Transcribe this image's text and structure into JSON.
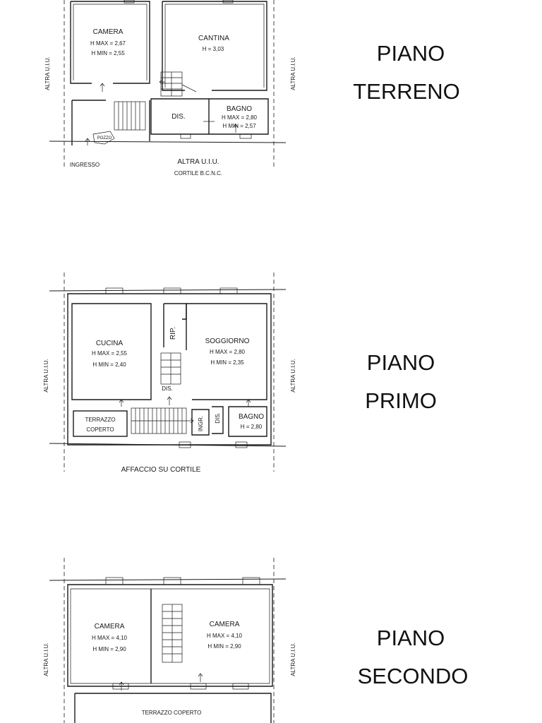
{
  "floors": [
    {
      "title": [
        "PIANO",
        "TERRENO"
      ],
      "rooms": {
        "camera": {
          "name": "CAMERA",
          "h_max": "H MAX = 2,67",
          "h_min": "H MIN = 2,55"
        },
        "cantina": {
          "name": "CANTINA",
          "h": "H  = 3,03"
        },
        "dis": {
          "name": "DIS."
        },
        "bagno": {
          "name": "BAGNO",
          "h_max": "H MAX = 2,80",
          "h_min": "H MIN = 2,57"
        },
        "pozzo": {
          "name": "POZZO"
        }
      },
      "labels": {
        "altra_left": "ALTRA U.I.U.",
        "altra_right": "ALTRA U.I.U.",
        "ingresso": "INGRESSO",
        "altra_bottom": "ALTRA U.I.U.",
        "cortile": "CORTILE B.C.N.C."
      }
    },
    {
      "title": [
        "PIANO",
        "PRIMO"
      ],
      "rooms": {
        "cucina": {
          "name": "CUCINA",
          "h_max": "H MAX = 2,55",
          "h_min": "H MIN = 2,40"
        },
        "rip": {
          "name": "RIP."
        },
        "soggiorno": {
          "name": "SOGGIORNO",
          "h_max": "H MAX = 2,80",
          "h_min": "H MIN = 2,35"
        },
        "dis": {
          "name": "DIS."
        },
        "terrazzo": {
          "line1": "TERRAZZO",
          "line2": "COPERTO"
        },
        "ingr": {
          "name": "INGR."
        },
        "dis2": {
          "name": "DIS."
        },
        "bagno": {
          "name": "BAGNO",
          "h": "H = 2,80"
        }
      },
      "labels": {
        "altra_left": "ALTRA U.I.U.",
        "altra_right": "ALTRA U.I.U.",
        "affaccio": "AFFACCIO SU CORTILE"
      }
    },
    {
      "title": [
        "PIANO",
        "SECONDO"
      ],
      "rooms": {
        "camera_left": {
          "name": "CAMERA",
          "h_max": "H MAX = 4,10",
          "h_min": "H MIN = 2,90"
        },
        "camera_right": {
          "name": "CAMERA",
          "h_max": "H MAX = 4,10",
          "h_min": "H MIN = 2,90"
        }
      },
      "labels": {
        "altra_left": "ALTRA U.I.U.",
        "altra_right": "ALTRA U.I.U.",
        "terrazzo": "TERRAZZO  COPERTO"
      }
    }
  ]
}
